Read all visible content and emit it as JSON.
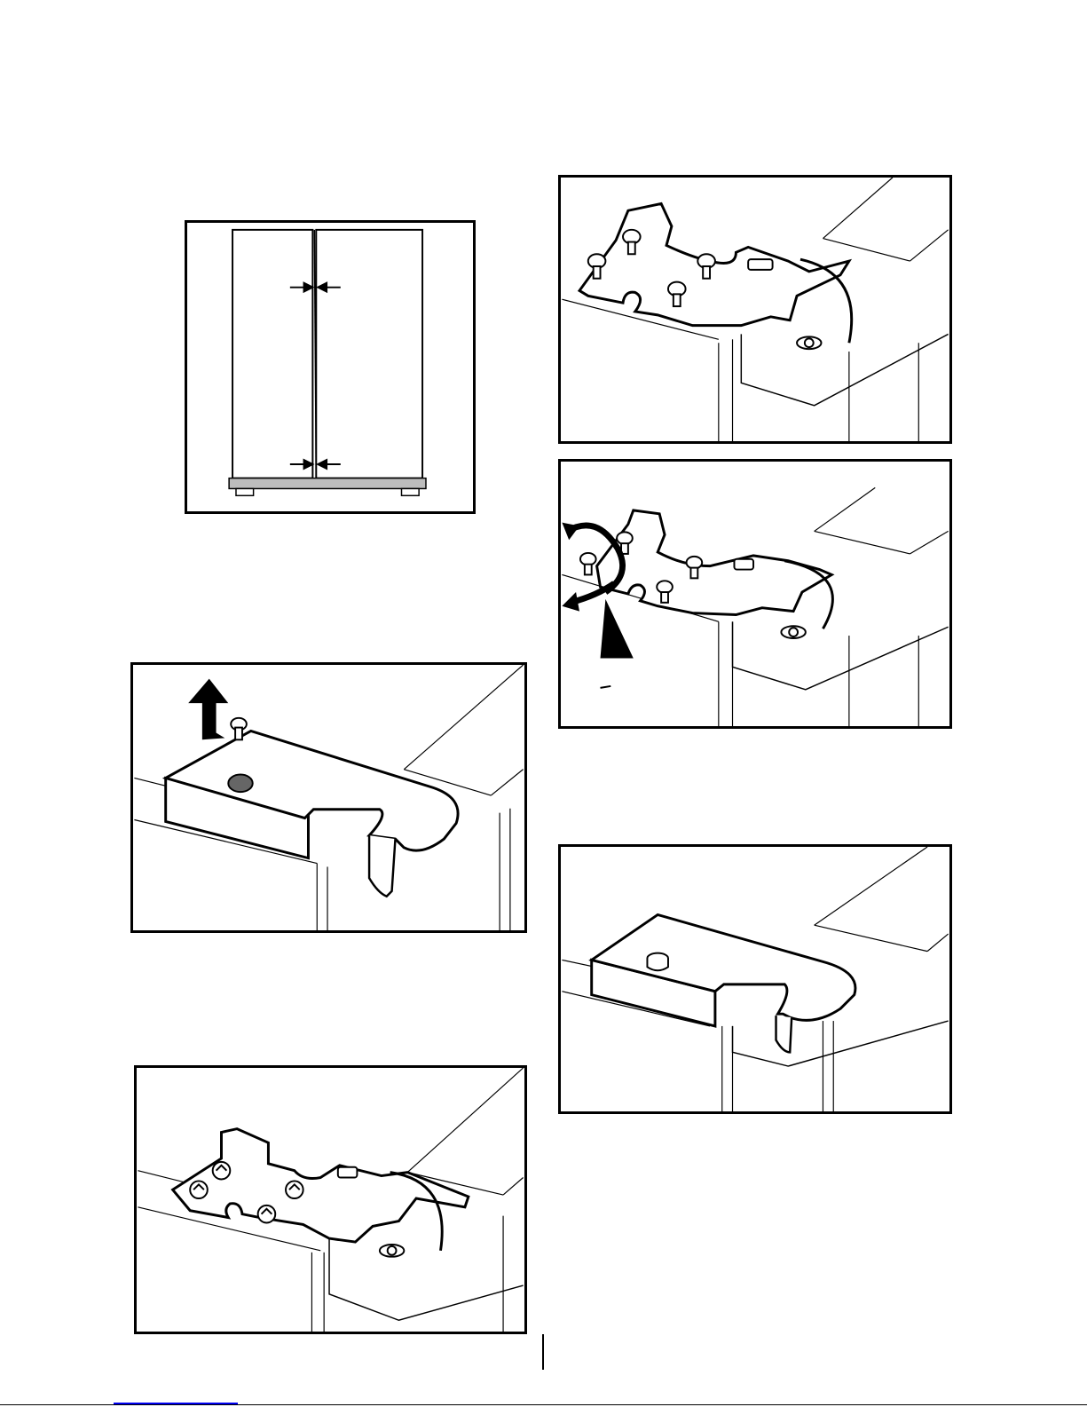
{
  "document": {
    "type": "appliance-manual-page",
    "figures": [
      {
        "id": "fig-doors",
        "icon": "side-by-side-door-gap-icon"
      },
      {
        "id": "fig-cover",
        "icon": "hinge-cover-removal-icon"
      },
      {
        "id": "fig-hinge",
        "icon": "top-hinge-screws-icon"
      },
      {
        "id": "fig-screws",
        "icon": "hinge-screws-loosened-icon"
      },
      {
        "id": "fig-adjust",
        "icon": "hinge-adjustment-rotate-icon"
      },
      {
        "id": "fig-capped",
        "icon": "hinge-cover-installed-icon"
      }
    ]
  },
  "colors": {
    "line": "#000000",
    "panel_bg": "#ffffff",
    "base_gray": "#bdbdbd",
    "link_blue": "#0000ee"
  }
}
